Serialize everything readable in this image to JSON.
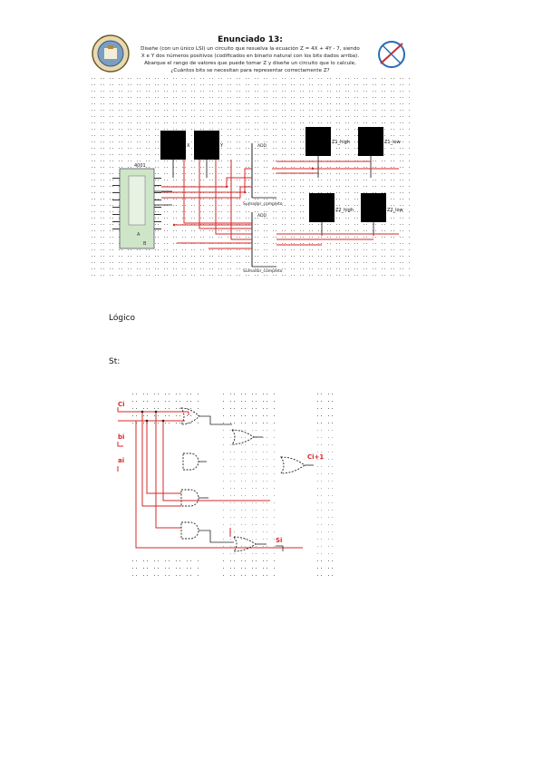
{
  "document": {
    "section_label": "Lógico",
    "subsection_label": "St:"
  },
  "figure_top": {
    "title": "Enunciado 13:",
    "statement_lines": [
      "Diseñe (con un único LSI) un circuito que resuelva la ecuación Z = 4X + 4Y - 7, siendo",
      "X e Y dos números positivos (codificados en binario natural con los bits dados arriba).",
      "Abarque el rango de valores que puede tomar Z y diseñe un circuito que lo calcule,",
      "¿Cuántos bits se necesitan para representar correctamente Z?"
    ],
    "labels": {
      "x": "X",
      "y": "Y",
      "z1_high": "Z1_high",
      "z1_low": "Z1_low",
      "z2_high": "Z2_high",
      "z2_low": "Z2_low",
      "add": "ADD",
      "add2": "ADD",
      "chip_top": "4001",
      "adder_caption_1": "Sumador_completo",
      "adder_caption_2": "Sumador_completo",
      "chip_bottom_a": "A",
      "chip_bottom_b": "B"
    },
    "colors": {
      "wire": "#d62828",
      "chip": "#cfe5c8",
      "block": "#000000",
      "dot": "#555555"
    }
  },
  "figure_bottom": {
    "labels": {
      "ci": "Ci",
      "bi": "bi",
      "ai": "ai",
      "ci1": "Ci+1",
      "si": "Si"
    },
    "colors": {
      "wire": "#d62828",
      "label": "#d62828",
      "gate": "#222222"
    }
  }
}
